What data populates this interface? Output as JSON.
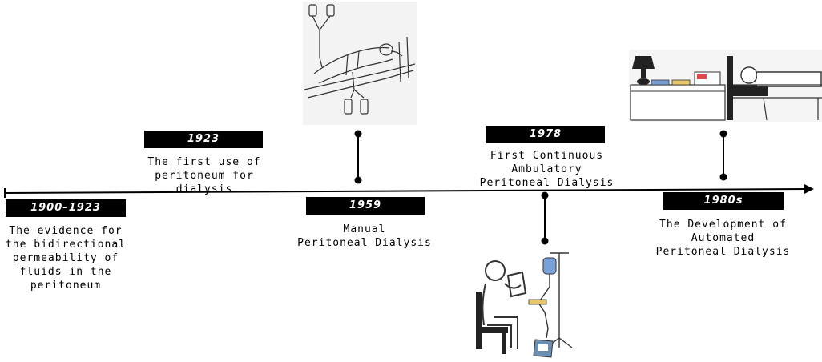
{
  "events": [
    {
      "year": "1900–1923",
      "description": "The evidence for\nthe bidirectional\npermeability of\nfluids in the\nperitoneum"
    },
    {
      "year": "1923",
      "description": "The first use of\nperitoneum for\ndialysis"
    },
    {
      "year": "1959",
      "description": "Manual\nPeritoneal Dialysis"
    },
    {
      "year": "1978",
      "description": "First Continuous\nAmbulatory\nPeritoneal Dialysis"
    },
    {
      "year": "1980s",
      "description": "The Development of\nAutomated\nPeritoneal Dialysis"
    }
  ],
  "illustrations": {
    "manual_pd": "patient-in-bed-with-hanging-bags-illustration",
    "capd": "seated-patient-reading-with-iv-stand-illustration",
    "apd": "patient-in-bed-with-cycler-machine-illustration"
  }
}
